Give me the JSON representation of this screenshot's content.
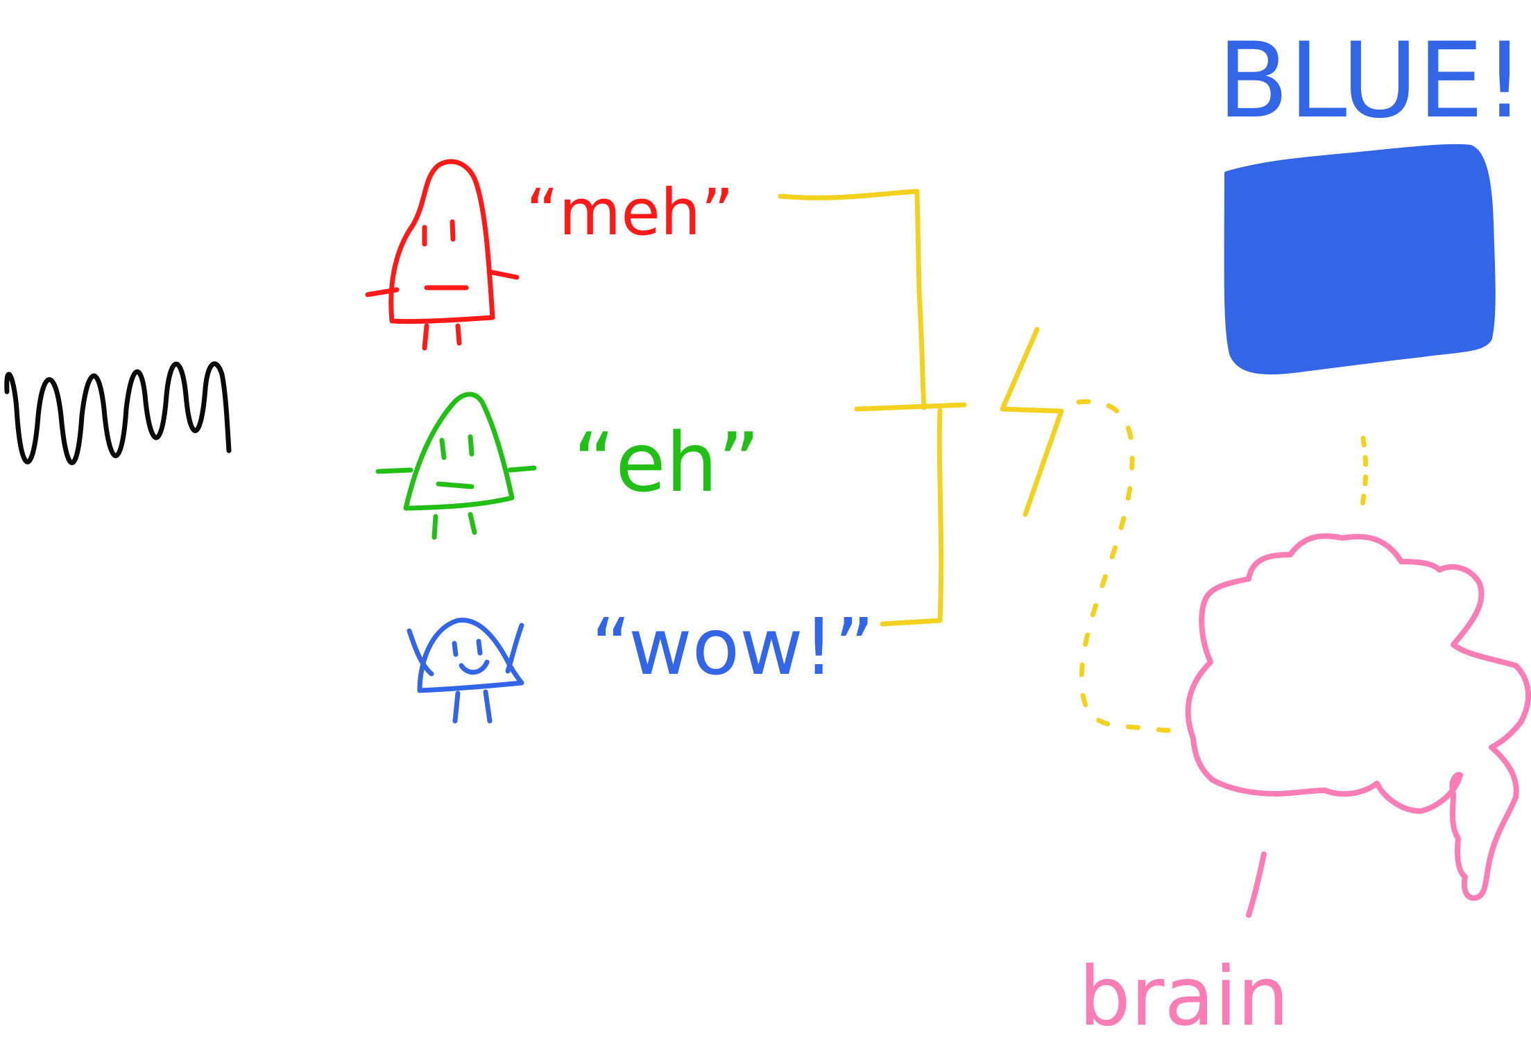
{
  "colors": {
    "red": "#ff1a1a",
    "green": "#22c017",
    "blue": "#3366e6",
    "yellow": "#f2d21f",
    "pink": "#fa7db5",
    "black": "#0a0a0a",
    "background": "#ffffff"
  },
  "cones": [
    {
      "id": "red",
      "quote": "“meh”"
    },
    {
      "id": "green",
      "quote": "“eh”"
    },
    {
      "id": "blue",
      "quote": "“wow!”"
    }
  ],
  "perception_label": "BLUE!",
  "brain_label": "brain"
}
